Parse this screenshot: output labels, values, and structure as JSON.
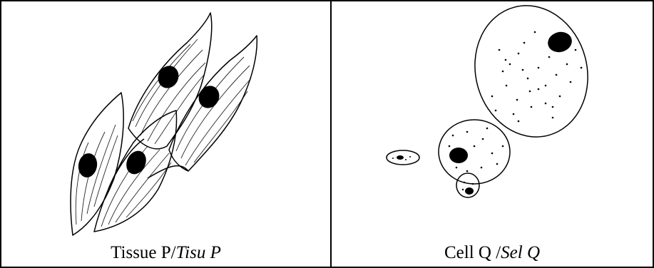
{
  "panels": [
    {
      "caption_main": "Tissue P/",
      "caption_italic": "Tisu P"
    },
    {
      "caption_main": "Cell Q /",
      "caption_italic": "Sel Q"
    }
  ],
  "colors": {
    "line": "#000000",
    "background": "#ffffff"
  }
}
